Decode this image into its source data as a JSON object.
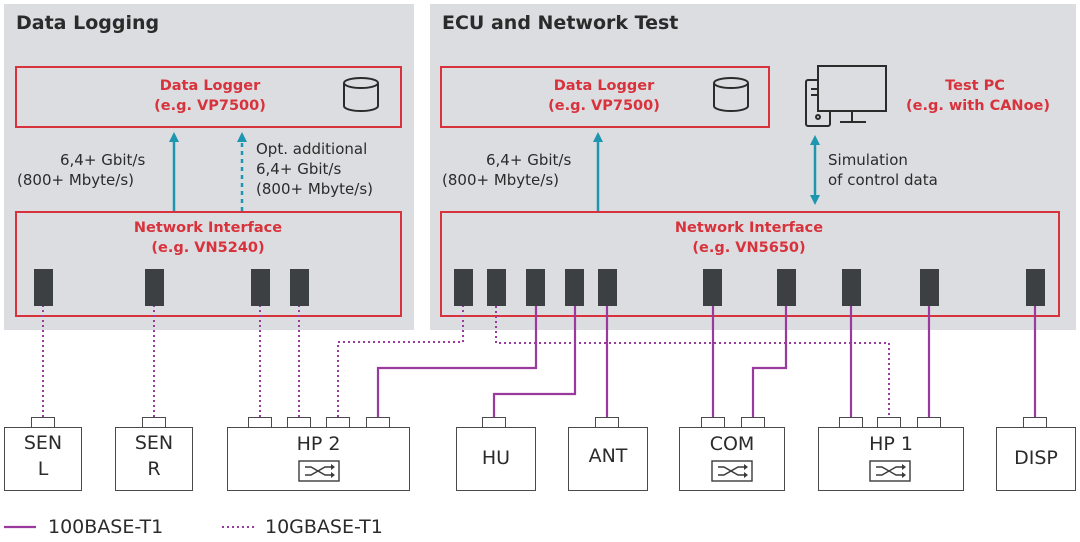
{
  "colors": {
    "panel": "#dcdde0",
    "accent_red": "#d8323c",
    "arrow_cyan": "#1e96b0",
    "link_purple": "#9b3a9e",
    "port_dark": "#3d4043"
  },
  "left_panel": {
    "title": "Data Logging",
    "logger": {
      "line1": "Data Logger",
      "line2": "(e.g. VP7500)",
      "icon": "database-icon"
    },
    "bandwidth": {
      "line1": "6,4+ Gbit/s",
      "line2": "(800+ Mbyte/s)"
    },
    "optional": {
      "line1": "Opt. additional",
      "line2": "6,4+ Gbit/s",
      "line3": "(800+ Mbyte/s)"
    },
    "interface": {
      "line1": "Network Interface",
      "line2": "(e.g. VN5240)"
    }
  },
  "right_panel": {
    "title": "ECU and Network Test",
    "logger": {
      "line1": "Data Logger",
      "line2": "(e.g. VP7500)",
      "icon": "database-icon"
    },
    "bandwidth": {
      "line1": "6,4+ Gbit/s",
      "line2": "(800+ Mbyte/s)"
    },
    "simulation": {
      "line1": "Simulation",
      "line2": "of control data"
    },
    "test_pc": {
      "line1": "Test PC",
      "line2": "(e.g. with CANoe)",
      "icon": "computer-icon"
    },
    "interface": {
      "line1": "Network Interface",
      "line2": "(e.g. VN5650)"
    }
  },
  "devices": {
    "sen_l": {
      "line1": "SEN",
      "line2": "L"
    },
    "sen_r": {
      "line1": "SEN",
      "line2": "R"
    },
    "hp2": {
      "label": "HP 2",
      "icon": "switch-icon"
    },
    "hu": {
      "label": "HU"
    },
    "ant": {
      "label": "ANT"
    },
    "com": {
      "label": "COM",
      "icon": "switch-icon"
    },
    "hp1": {
      "label": "HP 1",
      "icon": "switch-icon"
    },
    "disp": {
      "label": "DISP"
    }
  },
  "legend": {
    "solid": "100BASE-T1",
    "dotted": "10GBASE-T1"
  }
}
